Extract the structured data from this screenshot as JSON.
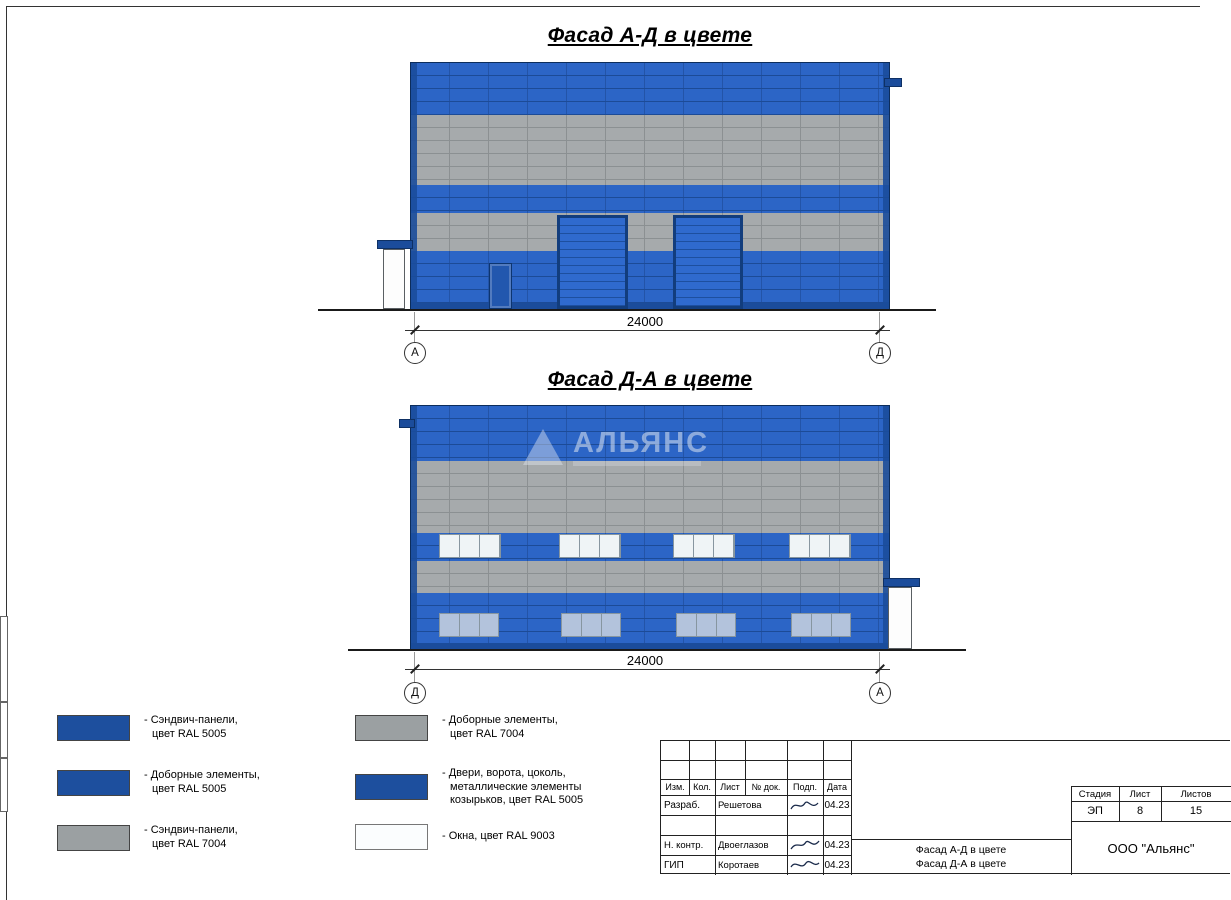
{
  "colors": {
    "panel-blue": "#2c65c6",
    "panel-blue-seam": "#1c4b97",
    "panel-gray": "#a6aaac",
    "panel-gray-seam": "#8b9092",
    "blue-dark": "#1b4c9b",
    "gate-blue": "#2f6ace",
    "gate-seam": "#1d4f9f",
    "gate-frame": "#123d7d",
    "door-blue": "#2257ae",
    "window-white": "#eff4f6",
    "window-frame": "#8796a0",
    "window-tint": "#b3c3dc",
    "legend-blue": "#1d4f9e",
    "legend-gray": "#9ba0a2",
    "legend-white": "#fbfdfe"
  },
  "facades": [
    {
      "title": "Фасад А-Д в цвете",
      "dimension": "24000",
      "axis_left": "А",
      "axis_right": "Д"
    },
    {
      "title": "Фасад Д-А в цвете",
      "dimension": "24000",
      "axis_left": "Д",
      "axis_right": "А",
      "watermark": "АЛЬЯНС"
    }
  ],
  "legend": [
    {
      "label": "- Сэндвич-панели,\nцвет RAL 5005"
    },
    {
      "label": "- Доборные элементы,\nцвет RAL 5005"
    },
    {
      "label": "- Сэндвич-панели,\nцвет RAL 7004"
    },
    {
      "label": "- Доборные элементы,\nцвет RAL 7004"
    },
    {
      "label": "- Двери, ворота, цоколь,\nметаллические элементы\nкозырьков, цвет RAL 5005"
    },
    {
      "label": "- Окна, цвет RAL 9003"
    }
  ],
  "titleblock": {
    "header_cells": [
      "Изм.",
      "Кол.",
      "Лист",
      "№ док.",
      "Подп.",
      "Дата"
    ],
    "rows": [
      {
        "role": "Разраб.",
        "name": "Решетова",
        "date": "04.23"
      },
      {
        "role": "Н. контр.",
        "name": "Двоеглазов",
        "date": "04.23"
      },
      {
        "role": "ГИП",
        "name": "Коротаев",
        "date": "04.23"
      }
    ],
    "doc_title": "Фасад А-Д в цвете\nФасад Д-А в цвете",
    "stage_label": "Стадия",
    "sheet_label": "Лист",
    "sheets_label": "Листов",
    "stage_value": "ЭП",
    "sheet_value": "8",
    "sheets_value": "15",
    "company": "ООО \"Альянс\""
  }
}
